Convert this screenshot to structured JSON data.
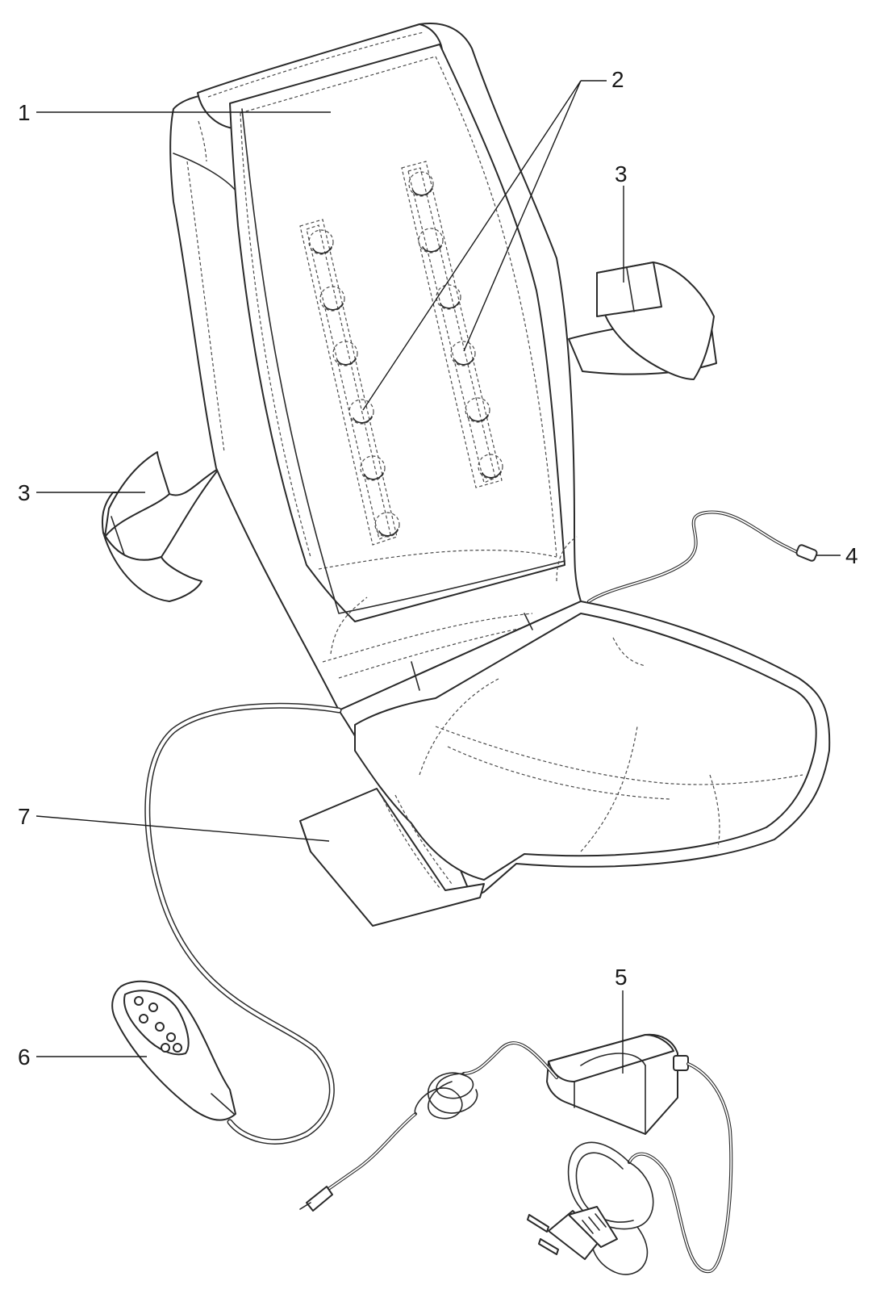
{
  "diagram": {
    "labels": {
      "l1": "1",
      "l2": "2",
      "l3a": "3",
      "l3b": "3",
      "l4": "4",
      "l5": "5",
      "l6": "6",
      "l7": "7"
    },
    "colors": {
      "line": "#2a2a2a",
      "background": "#ffffff"
    }
  }
}
